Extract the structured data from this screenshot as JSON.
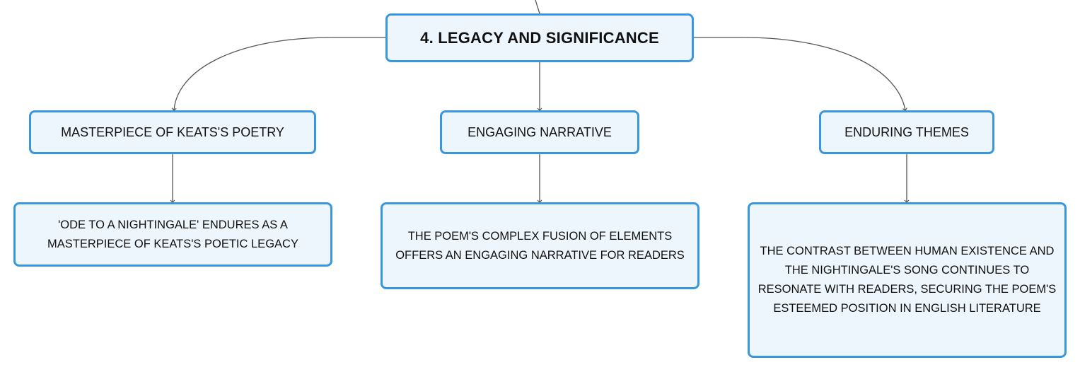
{
  "root": {
    "label": "4. LEGACY AND SIGNIFICANCE"
  },
  "branches": [
    {
      "topic": "MASTERPIECE OF KEATS'S POETRY",
      "detail": "'ODE TO A NIGHTINGALE' ENDURES AS A MASTERPIECE OF KEATS'S POETIC LEGACY"
    },
    {
      "topic": "ENGAGING NARRATIVE",
      "detail": "THE POEM'S COMPLEX FUSION OF ELEMENTS OFFERS AN ENGAGING NARRATIVE FOR READERS"
    },
    {
      "topic": "ENDURING THEMES",
      "detail": "THE CONTRAST BETWEEN HUMAN EXISTENCE AND THE NIGHTINGALE'S SONG CONTINUES TO RESONATE WITH READERS, SECURING THE POEM'S ESTEEMED POSITION IN ENGLISH LITERATURE"
    }
  ],
  "colors": {
    "node_border": "#3b97dd",
    "node_fill": "#eef6fd",
    "connector": "#555555"
  }
}
